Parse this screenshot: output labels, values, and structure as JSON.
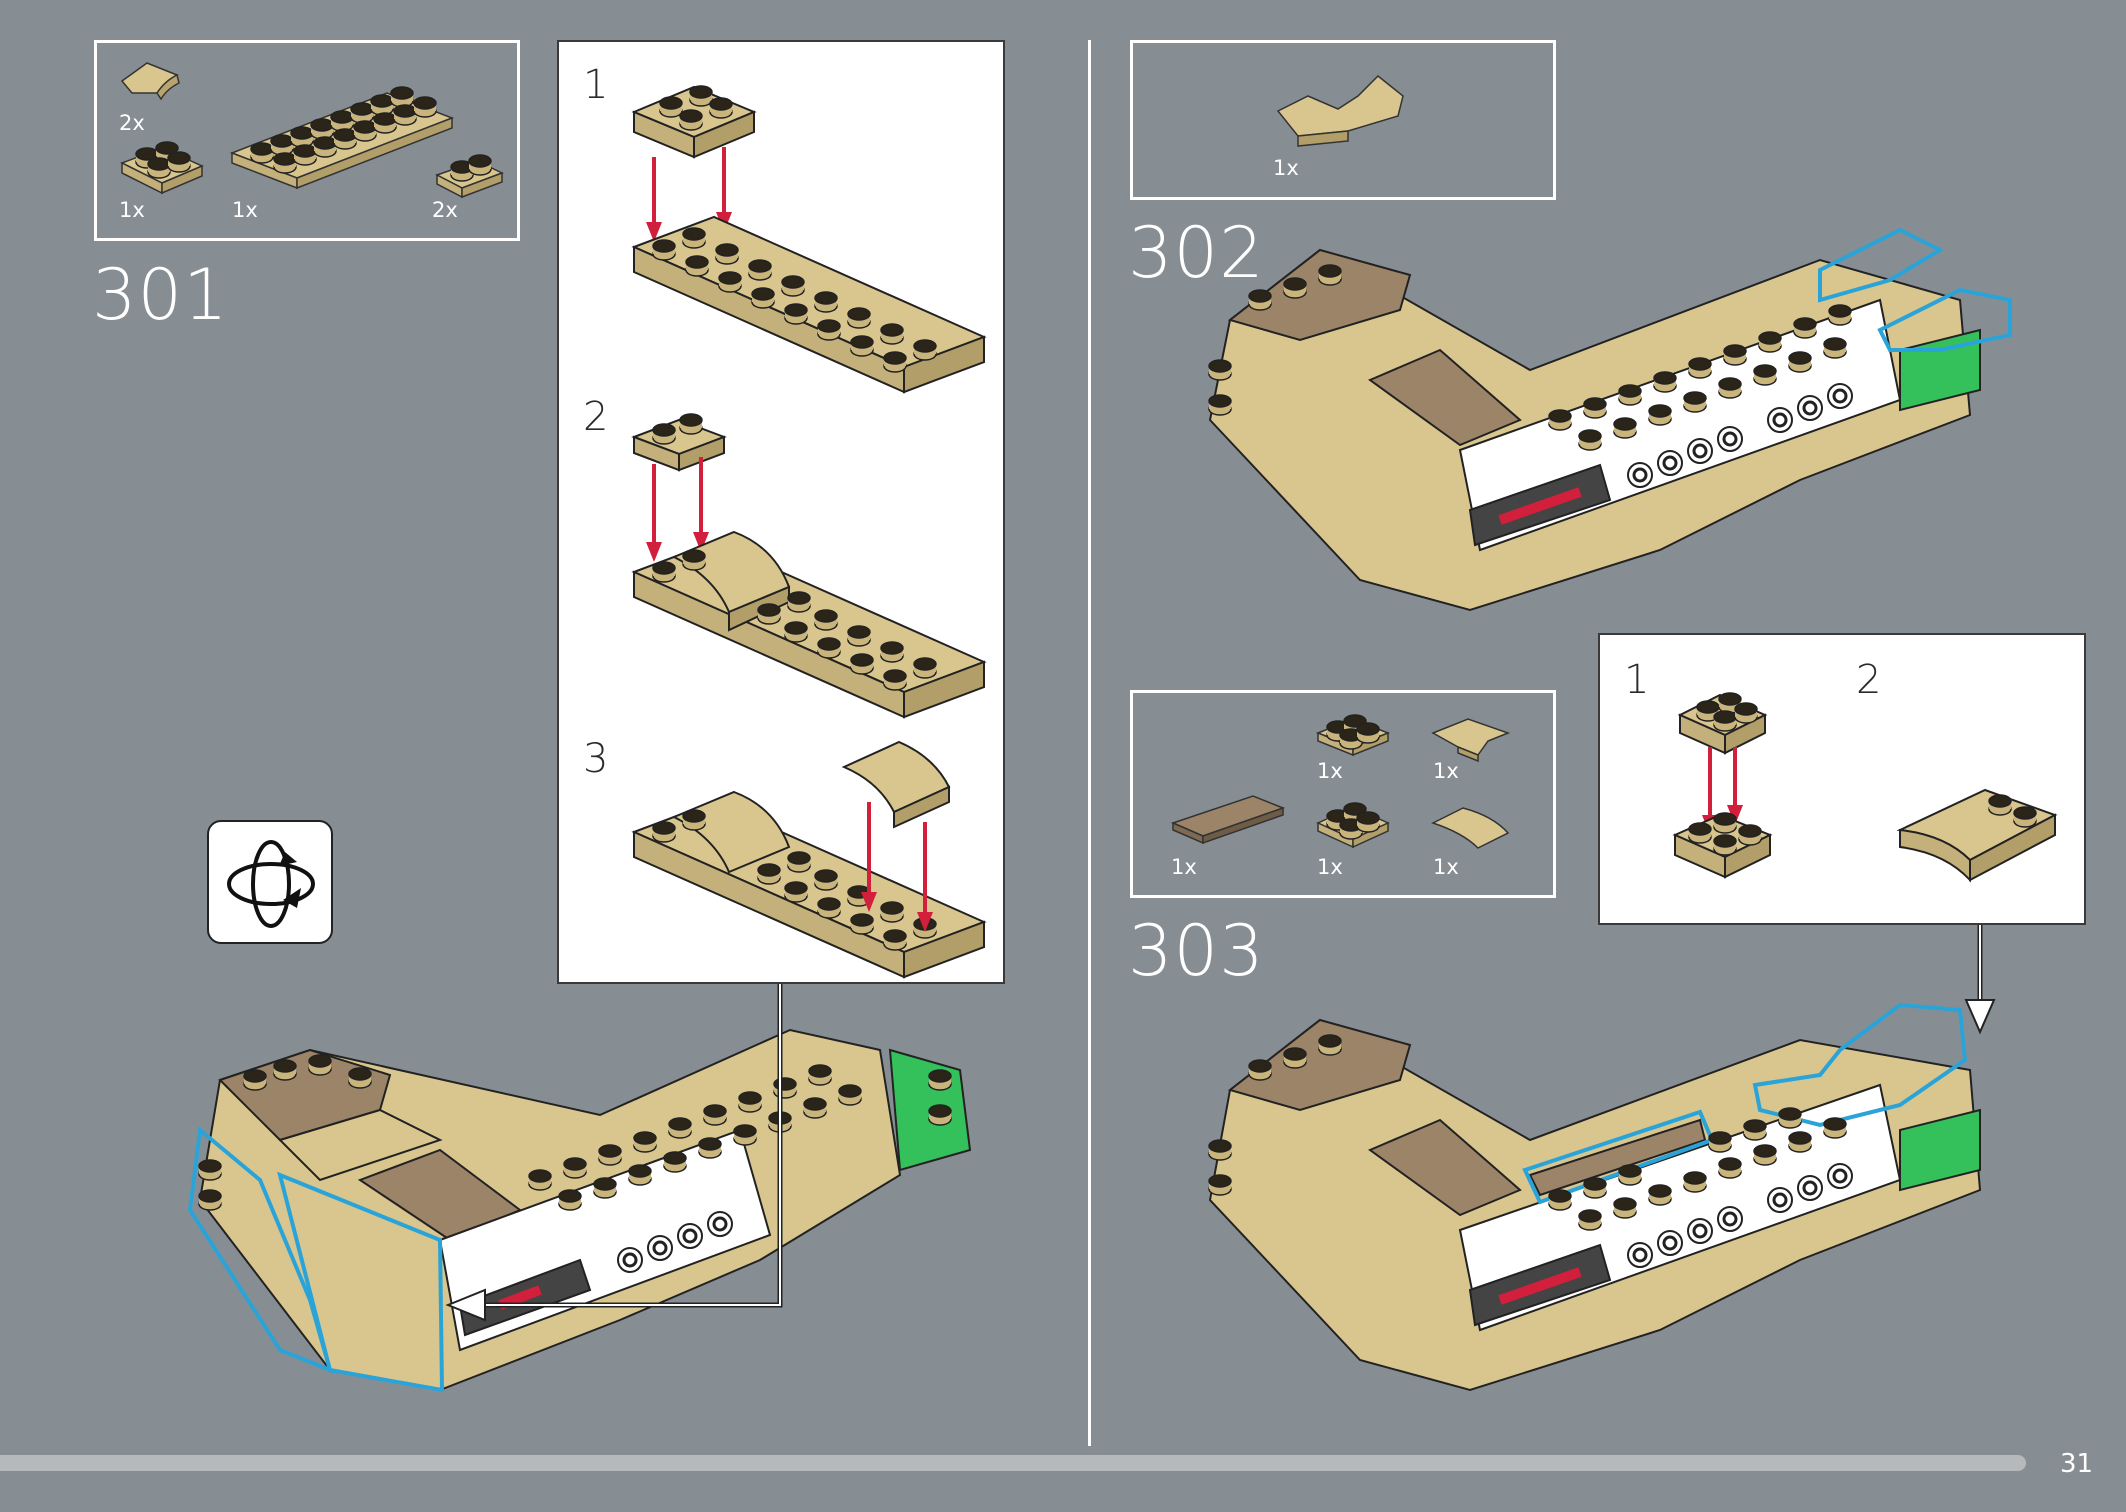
{
  "page": {
    "number": "31"
  },
  "colors": {
    "background": "#878e93",
    "tan": "#d9c68f",
    "dark_tan": "#9c8468",
    "highlight": "#2aa4d8",
    "arrow_red": "#d21f3c",
    "green": "#34c05a"
  },
  "steps": [
    {
      "number": "301",
      "parts": [
        {
          "qty": "2x",
          "part": "tan-curved-slope-1x2"
        },
        {
          "qty": "1x",
          "part": "tan-plate-2x2"
        },
        {
          "qty": "1x",
          "part": "tan-plate-2x8"
        },
        {
          "qty": "2x",
          "part": "tan-plate-1x2"
        }
      ],
      "substeps": [
        "1",
        "2",
        "3"
      ]
    },
    {
      "number": "302",
      "parts": [
        {
          "qty": "1x",
          "part": "tan-slope-with-clips"
        }
      ]
    },
    {
      "number": "303",
      "parts": [
        {
          "qty": "1x",
          "part": "tan-plate-2x2"
        },
        {
          "qty": "1x",
          "part": "tan-corner-plate"
        },
        {
          "qty": "1x",
          "part": "dark-tan-tile-1x4"
        },
        {
          "qty": "1x",
          "part": "tan-plate-2x2-b"
        },
        {
          "qty": "1x",
          "part": "tan-curved-slope"
        }
      ],
      "substeps": [
        "1",
        "2"
      ]
    }
  ]
}
